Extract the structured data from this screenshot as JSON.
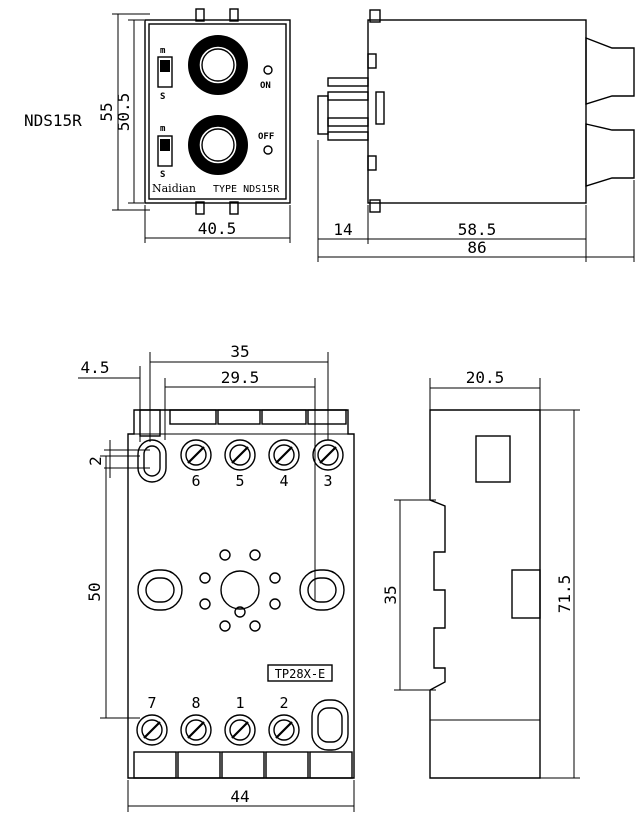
{
  "model_label": "NDS15R",
  "front_view": {
    "switch_top_m": "m",
    "switch_top_s": "S",
    "switch_bottom_m": "m",
    "switch_bottom_s": "S",
    "on_label": "ON",
    "off_label": "OFF",
    "brand": "Naidian",
    "type_label": "TYPE NDS15R"
  },
  "dimensions_top": {
    "height_outer": "55",
    "height_inner": "50.5",
    "width_front": "40.5",
    "pins_length": "14",
    "body_length": "58.5",
    "total_length": "86"
  },
  "socket_view": {
    "dim_4_5": "4.5",
    "dim_35": "35",
    "dim_29_5": "29.5",
    "dim_2": "2",
    "dim_50": "50",
    "dim_44": "44",
    "terminals_top": [
      "6",
      "5",
      "4",
      "3"
    ],
    "terminals_bottom": [
      "7",
      "8",
      "1",
      "2"
    ],
    "model_tag": "TP28X-E"
  },
  "socket_side": {
    "dim_20_5": "20.5",
    "dim_35_side": "35",
    "dim_71_5": "71.5"
  }
}
